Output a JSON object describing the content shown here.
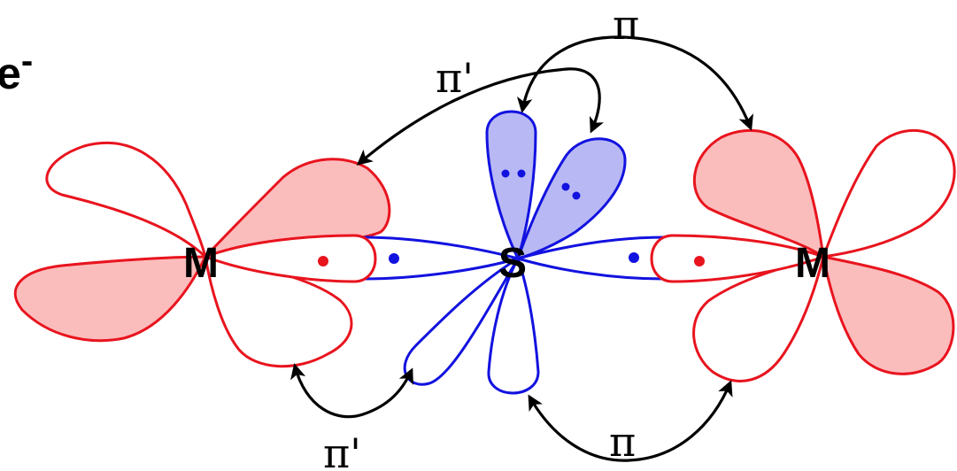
{
  "labels": {
    "electron": "e",
    "electron_sup": "-",
    "metal_left": "M",
    "metal_right": "M",
    "sulfur": "S",
    "pi_top": "π",
    "pi_prime_top": "π'",
    "pi_prime_bottom": "π'",
    "pi_bottom": "π"
  },
  "colors": {
    "metal_lobe_stroke": "#e8141e",
    "metal_lobe_fill": "#fbbcbc",
    "sulfur_lobe_stroke": "#1212e0",
    "sulfur_lobe_fill": "#b8b8f4",
    "electron_metal": "#e8141e",
    "electron_sulfur": "#1212e0",
    "arrow": "#000000"
  }
}
